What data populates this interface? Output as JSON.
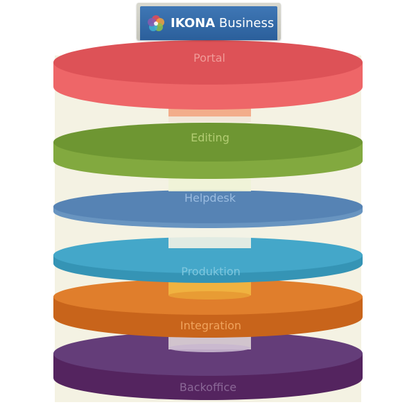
{
  "logo": {
    "brand": "IKONA",
    "suffix": "Business",
    "icon": "petal-flower-icon"
  },
  "layers": [
    {
      "id": "portal",
      "label": "Portal",
      "top": "#dd5257",
      "front": "#ee6668",
      "label_color": "#f09b98"
    },
    {
      "id": "editing",
      "label": "Editing",
      "top": "#6e9632",
      "front": "#82a93f",
      "label_color": "#b3cd73"
    },
    {
      "id": "helpdesk",
      "label": "Helpdesk",
      "top": "#5683b4",
      "front": "#6894c0",
      "label_color": "#9bbce0"
    },
    {
      "id": "produktion",
      "label": "Produktion",
      "top": "#44a7c9",
      "front": "#3594b5",
      "label_color": "#7fc7de"
    },
    {
      "id": "integration",
      "label": "Integration",
      "top": "#e07e2c",
      "front": "#c8641b",
      "label_color": "#f0a35c"
    },
    {
      "id": "backoffice",
      "label": "Backoffice",
      "top": "#643d79",
      "front": "#54245f",
      "label_color": "#8b6897"
    }
  ],
  "colors": {
    "backdrop": "#f4f2e3",
    "connector": "#faf8ec"
  }
}
